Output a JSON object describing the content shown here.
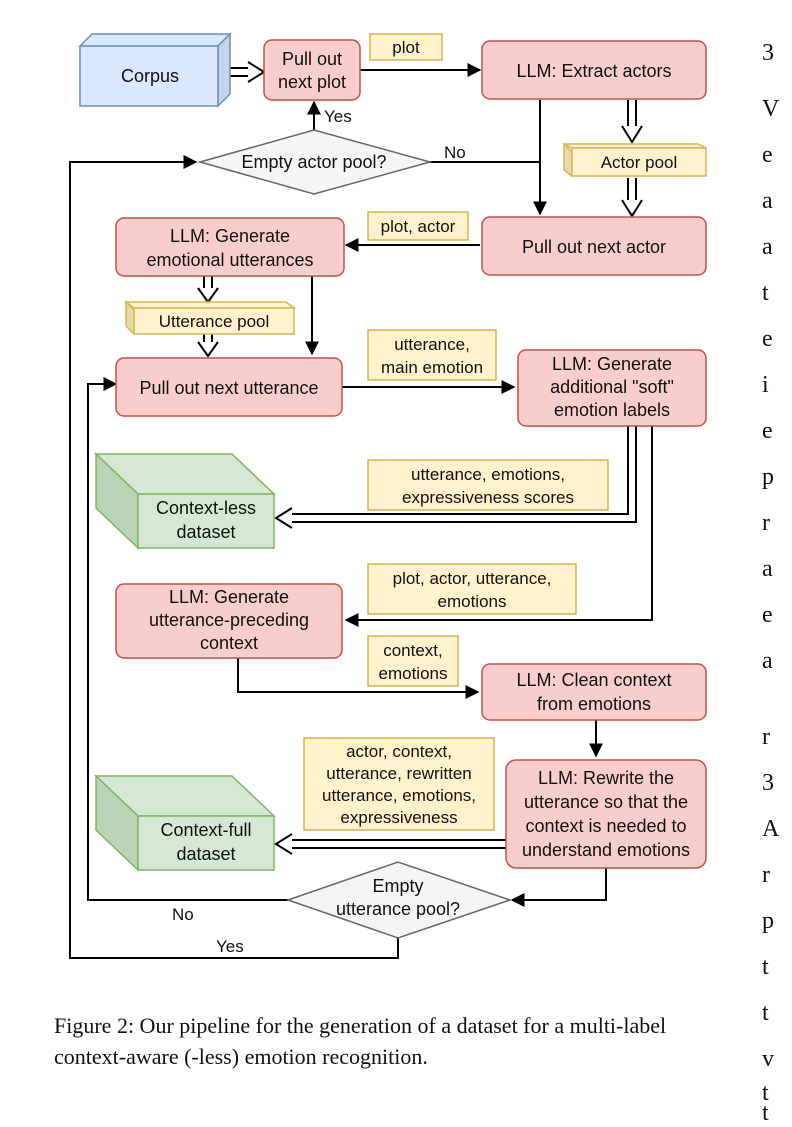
{
  "colors": {
    "red_fill": "#f8cecc",
    "red_stroke": "#b85450",
    "yellow_fill": "#fff2cc",
    "yellow_stroke": "#d6b656",
    "blue_fill": "#dae8fc",
    "blue_stroke": "#6c8ebf",
    "green_fill": "#d5e8d4",
    "green_stroke": "#82b366",
    "gray_fill": "#f5f5f5",
    "gray_stroke": "#666666"
  },
  "nodes": {
    "corpus": "Corpus",
    "pull_plot": [
      "Pull out",
      "next plot"
    ],
    "extract_actors": "LLM: Extract actors",
    "empty_actor_pool": "Empty actor pool?",
    "actor_pool": "Actor pool",
    "pull_actor": "Pull out next actor",
    "gen_utterances": [
      "LLM: Generate",
      "emotional utterances"
    ],
    "utterance_pool": "Utterance pool",
    "pull_utterance": "Pull out next utterance",
    "gen_soft_labels": [
      "LLM: Generate",
      "additional \"soft\"",
      "emotion labels"
    ],
    "context_less": [
      "Context-less",
      "dataset"
    ],
    "gen_context": [
      "LLM: Generate",
      "utterance-preceding",
      "context"
    ],
    "clean_context": [
      "LLM: Clean context",
      "from emotions"
    ],
    "rewrite": [
      "LLM: Rewrite the",
      "utterance so that the",
      "context is needed to",
      "understand emotions"
    ],
    "context_full": [
      "Context-full",
      "dataset"
    ],
    "empty_utterance_pool": [
      "Empty",
      "utterance pool?"
    ]
  },
  "labels": {
    "plot": "plot",
    "plot_actor": "plot, actor",
    "utt_main": [
      "utterance,",
      "main emotion"
    ],
    "utt_emo_expr": [
      "utterance, emotions,",
      "expressiveness scores"
    ],
    "plot_actor_utt": [
      "plot, actor, utterance,",
      "emotions"
    ],
    "context_emotions": [
      "context,",
      "emotions"
    ],
    "rewrite_inputs": [
      "actor, context,",
      "utterance, rewritten",
      "utterance, emotions,",
      "expressiveness"
    ]
  },
  "edges": {
    "yes_top": "Yes",
    "no_top": "No",
    "no_bottom": "No",
    "yes_bottom": "Yes"
  },
  "caption": "Figure 2: Our pipeline for the generation of a dataset for a multi-label context-aware (-less) emotion recognition.",
  "side_letters": [
    "3",
    "V",
    "e",
    "a",
    "a",
    "t",
    "e",
    "i",
    "e",
    "p",
    "r",
    "a",
    "e",
    "a",
    "r",
    "3",
    "A",
    "r",
    "p",
    "t",
    "t",
    "v",
    "t",
    "t"
  ]
}
